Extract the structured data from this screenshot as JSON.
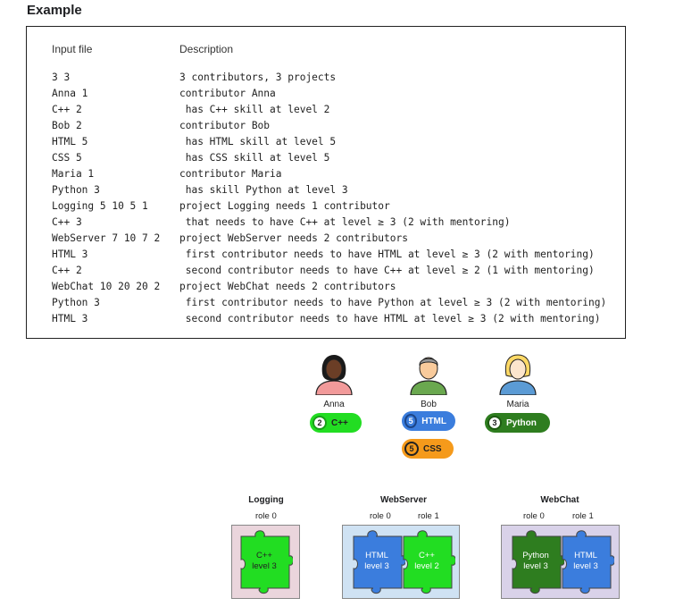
{
  "heading": "Example",
  "table": {
    "col_input": "Input file",
    "col_desc": "Description",
    "rows": [
      {
        "input": "3 3",
        "desc": "3 contributors, 3 projects"
      },
      {
        "input": "Anna 1",
        "desc": "contributor Anna"
      },
      {
        "input": "C++ 2",
        "desc": " has C++ skill at level 2"
      },
      {
        "input": "Bob 2",
        "desc": "contributor Bob"
      },
      {
        "input": "HTML 5",
        "desc": " has HTML skill at level 5"
      },
      {
        "input": "CSS 5",
        "desc": " has CSS skill at level 5"
      },
      {
        "input": "Maria 1",
        "desc": "contributor Maria"
      },
      {
        "input": "Python 3",
        "desc": " has skill Python at level 3"
      },
      {
        "input": "Logging 5 10 5 1",
        "desc": "project Logging needs 1 contributor"
      },
      {
        "input": "C++ 3",
        "desc": " that needs to have C++ at level ≥ 3 (2 with mentoring)"
      },
      {
        "input": "WebServer 7 10 7 2",
        "desc": "project WebServer needs 2 contributors"
      },
      {
        "input": "HTML 3",
        "desc": " first contributor needs to have HTML at level ≥ 3 (2 with mentoring)"
      },
      {
        "input": "C++ 2",
        "desc": " second contributor needs to have C++ at level ≥ 2 (1 with mentoring)"
      },
      {
        "input": "WebChat 10 20 20 2",
        "desc": "project WebChat needs 2 contributors"
      },
      {
        "input": "Python 3",
        "desc": " first contributor needs to have Python at level ≥ 3 (2 with mentoring)"
      },
      {
        "input": "HTML 3",
        "desc": " second contributor needs to have HTML at level ≥ 3 (2 with mentoring)"
      }
    ]
  },
  "people": {
    "anna": {
      "name": "Anna",
      "skills": [
        {
          "level": "2",
          "skill": "C++",
          "color": "#22dd22"
        }
      ]
    },
    "bob": {
      "name": "Bob",
      "skills": [
        {
          "level": "5",
          "skill": "HTML",
          "color": "#3b7ddd"
        },
        {
          "level": "5",
          "skill": "CSS",
          "color": "#f59a1b"
        }
      ]
    },
    "maria": {
      "name": "Maria",
      "skills": [
        {
          "level": "3",
          "skill": "Python",
          "color": "#2e7d1f"
        }
      ]
    }
  },
  "projects": {
    "logging": {
      "title": "Logging",
      "roles": [
        "role 0"
      ],
      "pieces": [
        {
          "line1": "C++",
          "line2": "level 3"
        }
      ],
      "bg": "#ead5dc"
    },
    "webserver": {
      "title": "WebServer",
      "roles": [
        "role 0",
        "role 1"
      ],
      "pieces": [
        {
          "line1": "HTML",
          "line2": "level 3"
        },
        {
          "line1": "C++",
          "line2": "level 2"
        }
      ],
      "bg": "#cfe2f3"
    },
    "webchat": {
      "title": "WebChat",
      "roles": [
        "role 0",
        "role 1"
      ],
      "pieces": [
        {
          "line1": "Python",
          "line2": "level 3"
        },
        {
          "line1": "HTML",
          "line2": "level 3"
        }
      ],
      "bg": "#d9d2e9"
    }
  }
}
